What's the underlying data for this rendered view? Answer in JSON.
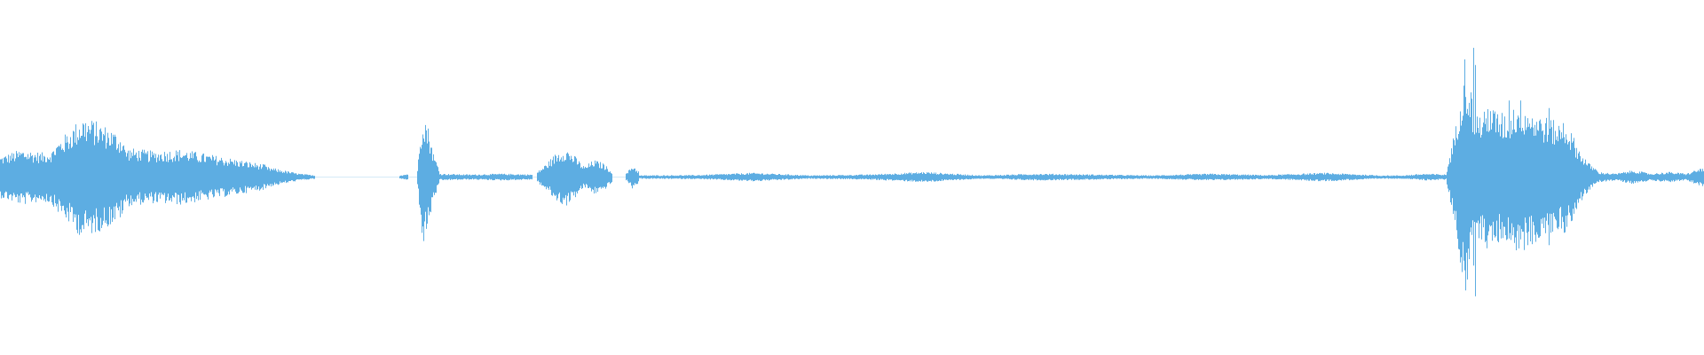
{
  "waveform": {
    "color": "#5dade2",
    "background": "#ffffff",
    "duration_units": 1920,
    "amplitude_range": [
      -1,
      1
    ],
    "segments": [
      {
        "start": 0,
        "end": 120,
        "envelope": [
          0.12,
          0.16,
          0.14,
          0.18,
          0.17,
          0.15
        ]
      },
      {
        "start": 60,
        "end": 140,
        "envelope": [
          0.18,
          0.26,
          0.35,
          0.32,
          0.28,
          0.22
        ]
      },
      {
        "start": 140,
        "end": 300,
        "envelope": [
          0.17,
          0.15,
          0.16,
          0.13,
          0.1,
          0.07
        ]
      },
      {
        "start": 300,
        "end": 355,
        "envelope": [
          0.06,
          0.04,
          0.02,
          0.01
        ]
      },
      {
        "start": 450,
        "end": 460,
        "envelope": [
          0.01,
          0.02
        ]
      },
      {
        "start": 470,
        "end": 495,
        "envelope": [
          0.05,
          0.4,
          0.28,
          0.12,
          0.05
        ]
      },
      {
        "start": 495,
        "end": 600,
        "envelope": [
          0.02,
          0.015,
          0.02,
          0.015
        ]
      },
      {
        "start": 605,
        "end": 690,
        "envelope": [
          0.03,
          0.08,
          0.14,
          0.17,
          0.12,
          0.06,
          0.1,
          0.08,
          0.03
        ]
      },
      {
        "start": 705,
        "end": 720,
        "envelope": [
          0.02,
          0.07,
          0.03
        ]
      },
      {
        "start": 720,
        "end": 1620,
        "envelope": [
          0.01,
          0.012,
          0.025,
          0.01,
          0.015,
          0.03,
          0.01,
          0.02,
          0.015,
          0.01,
          0.02,
          0.012,
          0.025,
          0.01,
          0.01
        ]
      },
      {
        "start": 1580,
        "end": 1630,
        "envelope": [
          0.01,
          0.02,
          0.015
        ]
      },
      {
        "start": 1630,
        "end": 1680,
        "envelope": [
          0.05,
          0.3,
          0.7,
          0.42,
          0.35,
          0.48
        ]
      },
      {
        "start": 1680,
        "end": 1760,
        "envelope": [
          0.4,
          0.36,
          0.45,
          0.38,
          0.34,
          0.3
        ]
      },
      {
        "start": 1760,
        "end": 1800,
        "envelope": [
          0.35,
          0.26,
          0.15,
          0.08,
          0.04
        ]
      },
      {
        "start": 1800,
        "end": 1920,
        "envelope": [
          0.03,
          0.02,
          0.04,
          0.02,
          0.03,
          0.02,
          0.06
        ]
      }
    ]
  }
}
